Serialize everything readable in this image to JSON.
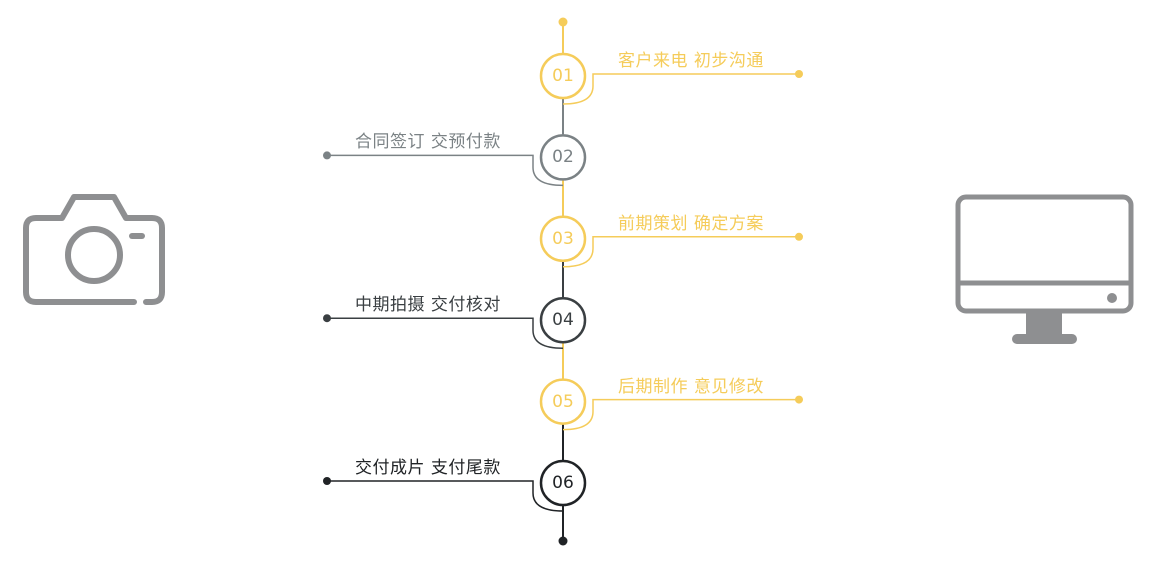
{
  "colors": {
    "yellow": "#f5cc5a",
    "gray": "#7b8285",
    "dark": "#3a3f42",
    "black": "#202326",
    "icon": "#8e8f91"
  },
  "icons": {
    "left": "camera-icon",
    "right": "monitor-icon"
  },
  "steps": [
    {
      "number": "01",
      "label": "客户来电 初步沟通",
      "side": "right",
      "color": "#f5cc5a"
    },
    {
      "number": "02",
      "label": "合同签订 交预付款",
      "side": "left",
      "color": "#7b8285"
    },
    {
      "number": "03",
      "label": "前期策划 确定方案",
      "side": "right",
      "color": "#f5cc5a"
    },
    {
      "number": "04",
      "label": "中期拍摄 交付核对",
      "side": "left",
      "color": "#3a3f42"
    },
    {
      "number": "05",
      "label": "后期制作 意见修改",
      "side": "right",
      "color": "#f5cc5a"
    },
    {
      "number": "06",
      "label": "交付成片 支付尾款",
      "side": "left",
      "color": "#202326"
    }
  ]
}
